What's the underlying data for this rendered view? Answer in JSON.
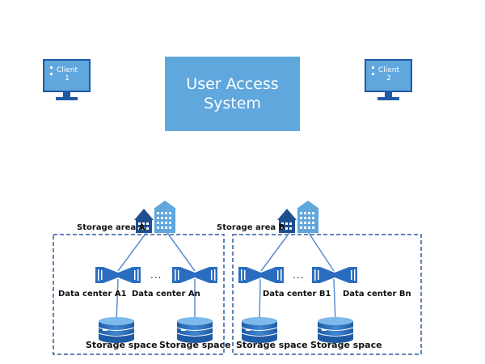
{
  "system": {
    "line1": "User Access",
    "line2": "System"
  },
  "clients": [
    {
      "line1": "Client",
      "line2": "1"
    },
    {
      "line1": "Client",
      "line2": "2"
    }
  ],
  "areas": [
    {
      "label": "Storage area A",
      "datacenters": [
        "Data center  A1",
        "Data center  An"
      ],
      "storage": [
        "Storage space",
        "Storage space"
      ]
    },
    {
      "label": "Storage area B",
      "datacenters": [
        "Data center  B1",
        "Data center  Bn"
      ],
      "storage": [
        "Storage space",
        "Storage space"
      ]
    }
  ],
  "ellipsis": "...",
  "colors": {
    "box": "#5fa7dd",
    "dark": "#1f4f8f",
    "dash": "#2d5b9c",
    "line": "#5a8fd0"
  }
}
